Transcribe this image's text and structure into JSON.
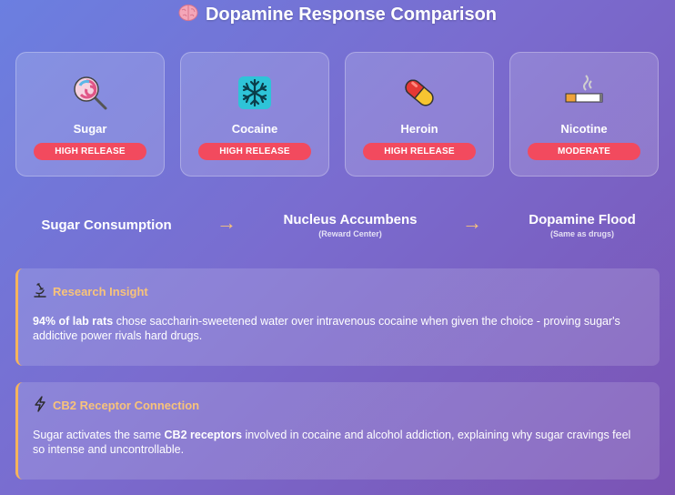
{
  "header": {
    "title": "Dopamine Response Comparison",
    "icon": "brain-icon"
  },
  "cards": [
    {
      "name": "Sugar",
      "badge": "HIGH RELEASE",
      "icon": "lollipop-icon"
    },
    {
      "name": "Cocaine",
      "badge": "HIGH RELEASE",
      "icon": "snowflake-icon"
    },
    {
      "name": "Heroin",
      "badge": "HIGH RELEASE",
      "icon": "pill-icon"
    },
    {
      "name": "Nicotine",
      "badge": "MODERATE",
      "icon": "cigarette-icon"
    }
  ],
  "flow": {
    "step1": {
      "main": "Sugar Consumption"
    },
    "step2": {
      "main": "Nucleus Accumbens",
      "sub": "(Reward Center)"
    },
    "step3": {
      "main": "Dopamine Flood",
      "sub": "(Same as drugs)"
    },
    "arrow": "→"
  },
  "insight": {
    "heading": "Research Insight",
    "icon": "microscope-icon",
    "bold": "94% of lab rats",
    "text": " chose saccharin-sweetened water over intravenous cocaine when given the choice - proving sugar's addictive power rivals hard drugs."
  },
  "receptor": {
    "heading": "CB2 Receptor Connection",
    "icon": "lightning-icon",
    "pre": "Sugar activates the same ",
    "bold": "CB2 receptors",
    "post": " involved in cocaine and alcohol addiction, explaining why sugar cravings feel so intense and uncontrollable."
  },
  "colors": {
    "badge": "#f24a5e",
    "accent": "#f8c37a",
    "border": "#f6b45c"
  }
}
